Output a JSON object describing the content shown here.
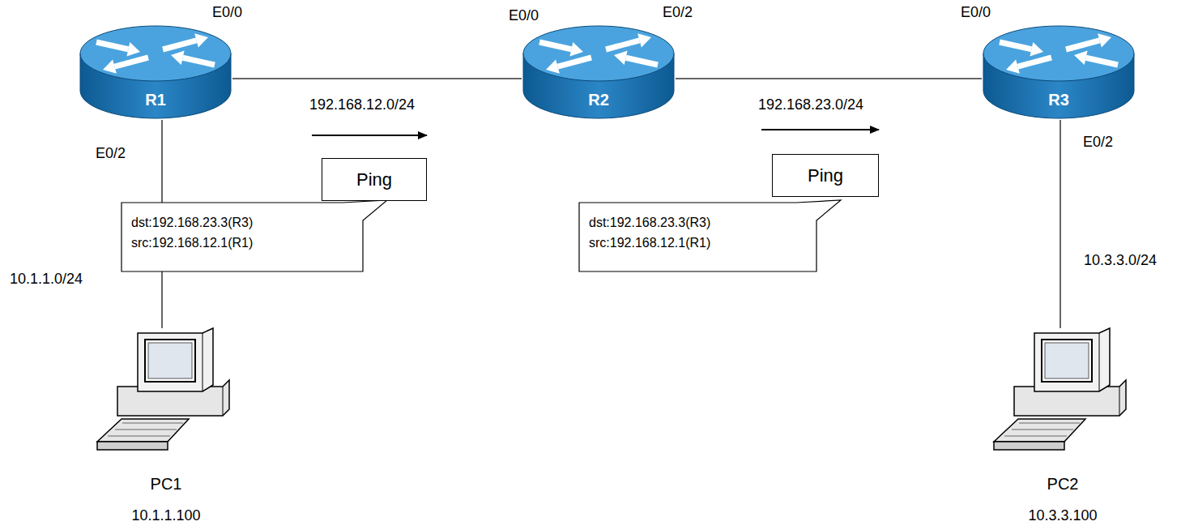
{
  "diagram": {
    "nodes": [
      {
        "text": [
          "R1"
        ]
      },
      {
        "text": [
          "R2"
        ]
      },
      {
        "text": [
          "R3"
        ]
      },
      {
        "text": [
          "Ping"
        ]
      },
      {
        "text": [
          "dst:192.168.23.3(R3)",
          "src:192.168.12.1(R1)"
        ]
      },
      {
        "text": [
          "Ping"
        ]
      },
      {
        "text": [
          "dst:192.168.23.3(R3)",
          "src:192.168.12.1(R1)"
        ]
      },
      {
        "text": [
          "PC1",
          "10.1.1.100"
        ]
      },
      {
        "text": [
          "PC2",
          "10.3.3.100"
        ]
      }
    ],
    "edges": [
      {
        "from": 0,
        "to": 1,
        "arrow": "none"
      },
      {
        "from": 1,
        "to": 2,
        "arrow": "none"
      },
      {
        "from": 0,
        "to": 7,
        "arrow": "none"
      },
      {
        "from": 2,
        "to": 8,
        "arrow": "none"
      }
    ],
    "labels": [
      "E0/0",
      "E0/0",
      "E0/2",
      "E0/0",
      "E0/2",
      "E0/2",
      "192.168.12.0/24",
      "192.168.23.0/24",
      "10.1.1.0/24",
      "10.3.3.0/24"
    ]
  }
}
